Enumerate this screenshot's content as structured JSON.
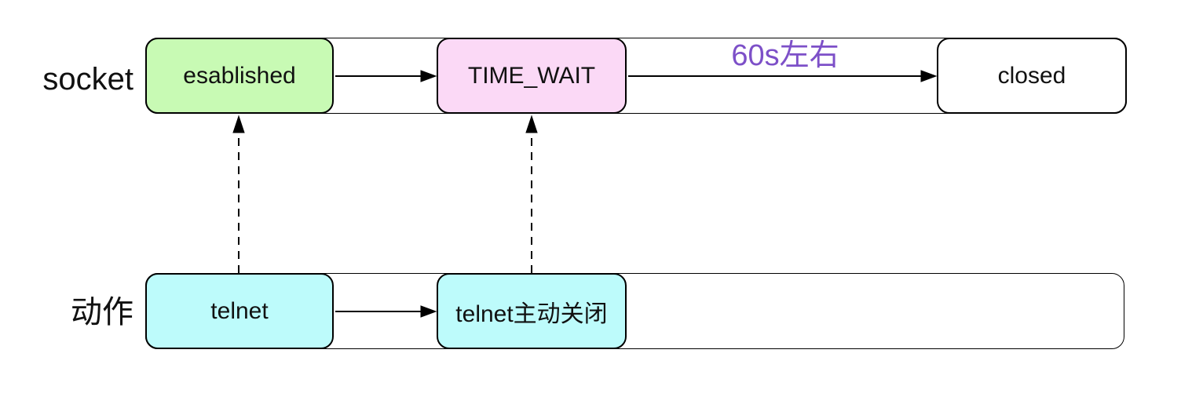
{
  "colors": {
    "established_fill": "#c8fab4",
    "time_wait_fill": "#fbd9f6",
    "closed_fill": "#ffffff",
    "action_fill": "#bdfbfb",
    "annotation_text": "#7d50c8",
    "stroke": "#000000",
    "text": "#111111",
    "background": "#ffffff"
  },
  "lanes": [
    {
      "label": "socket",
      "nodes": [
        {
          "label": "esablished",
          "fill": "#c8fab4"
        },
        {
          "label": "TIME_WAIT",
          "fill": "#fbd9f6"
        },
        {
          "label": "closed",
          "fill": "#ffffff"
        }
      ]
    },
    {
      "label": "动作",
      "nodes": [
        {
          "label": "telnet",
          "fill": "#bdfbfb"
        },
        {
          "label": "telnet主动关闭",
          "fill": "#bdfbfb"
        }
      ]
    }
  ],
  "connections": [
    {
      "from": "esablished",
      "to": "TIME_WAIT",
      "style": "solid",
      "label": ""
    },
    {
      "from": "TIME_WAIT",
      "to": "closed",
      "style": "solid",
      "label": "60s左右"
    },
    {
      "from": "telnet",
      "to": "telnet主动关闭",
      "style": "solid",
      "label": ""
    },
    {
      "from": "telnet",
      "to": "esablished",
      "style": "dashed",
      "label": ""
    },
    {
      "from": "telnet主动关闭",
      "to": "TIME_WAIT",
      "style": "dashed",
      "label": ""
    }
  ]
}
